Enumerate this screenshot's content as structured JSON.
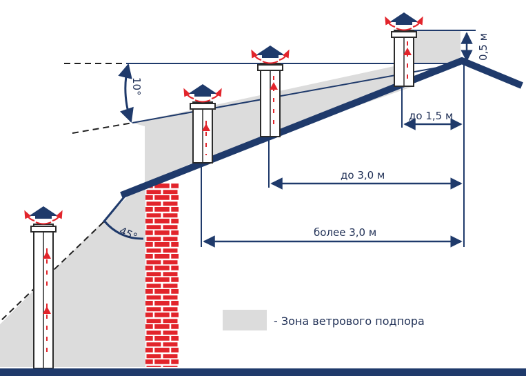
{
  "colors": {
    "navy": "#1f3a6b",
    "zone_grey": "#dcdcdc",
    "brick_red": "#e2242b",
    "mortar": "#ffffff",
    "pipe_fill": "#ffffff",
    "pipe_stroke": "#2b2b2b",
    "arrow_red": "#e2242b",
    "text": "#1f2f55",
    "ground": "#1f3a6b"
  },
  "icons": {
    "chimney_cap": "conical-hat-cap-icon",
    "flow_arrow": "up-arrow-icon",
    "swirl_arrow": "curved-arrow-icon"
  },
  "labels": {
    "angle_10": "10°",
    "angle_45": "45°",
    "dim_05": "0,5 м",
    "dim_15": "до 1,5 м",
    "dim_30": "до 3,0 м",
    "dim_more_30": "более 3,0 м"
  },
  "legend": {
    "text": "- Зона ветрового подпора"
  }
}
